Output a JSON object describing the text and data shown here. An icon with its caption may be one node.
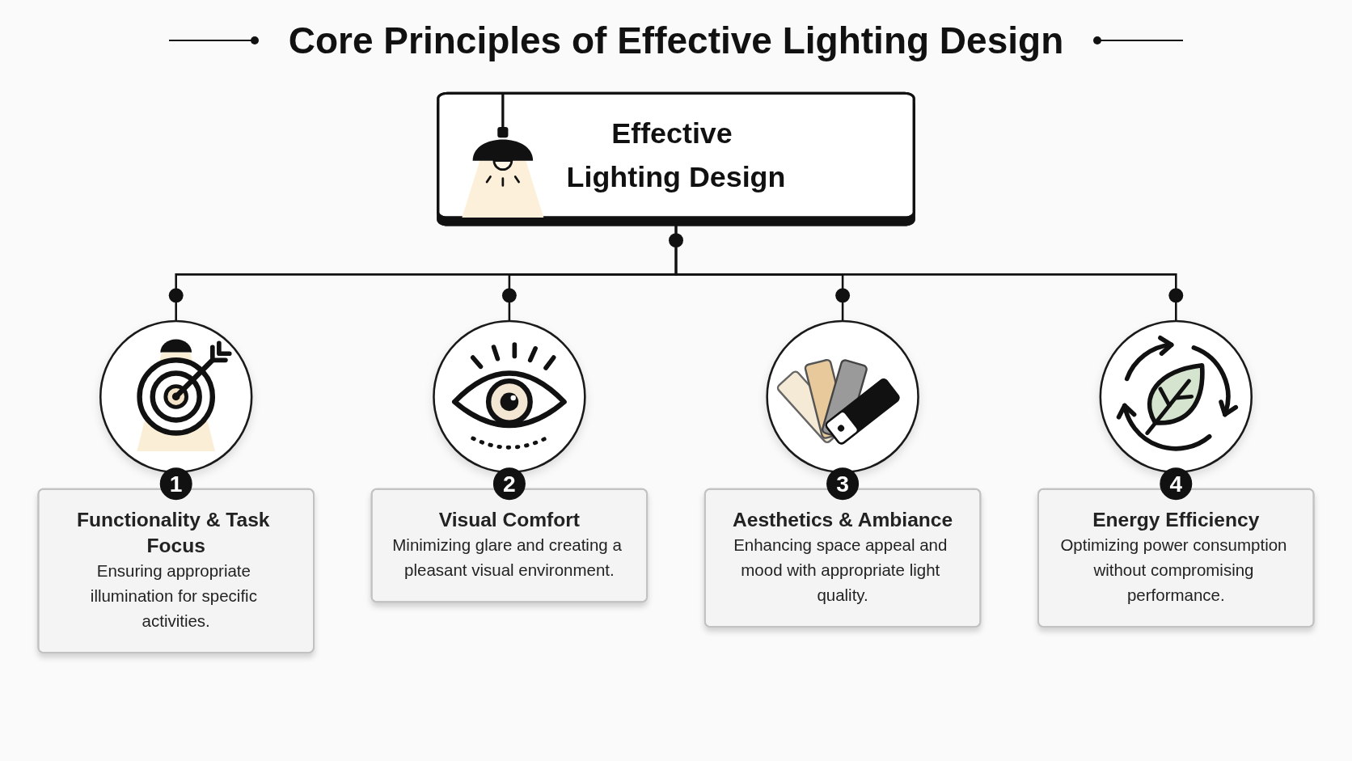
{
  "diagram": {
    "title": "Core Principles of Effective Lighting Design",
    "nodes": [
      {
        "text": [
          "Effective Lighting Design"
        ]
      },
      {
        "text": [],
        "shape": "picture"
      },
      {
        "text": [
          "1"
        ]
      },
      {
        "text": [
          "Functionality & Task Focus",
          "Ensuring appropriate illumination for specific activities."
        ]
      },
      {
        "text": [],
        "shape": "picture"
      },
      {
        "text": [
          "2"
        ]
      },
      {
        "text": [
          "Visual Comfort",
          "Minimizing glare and creating a pleasant visual environment."
        ]
      },
      {
        "text": [],
        "shape": "picture"
      },
      {
        "text": [
          "3"
        ]
      },
      {
        "text": [
          "Aesthetics & Ambiance",
          "Enhancing space appeal and mood with appropriate light quality."
        ]
      },
      {
        "text": [],
        "shape": "picture"
      },
      {
        "text": [
          "4"
        ]
      },
      {
        "text": [
          "Energy Efficiency",
          "Optimizing power consumption without compromising performance."
        ]
      }
    ],
    "edges": [
      {
        "from": 0,
        "to": 1,
        "arrow": "none"
      },
      {
        "from": 0,
        "to": 4,
        "arrow": "none"
      },
      {
        "from": 0,
        "to": 7,
        "arrow": "none"
      },
      {
        "from": 0,
        "to": 10,
        "arrow": "none"
      }
    ]
  }
}
